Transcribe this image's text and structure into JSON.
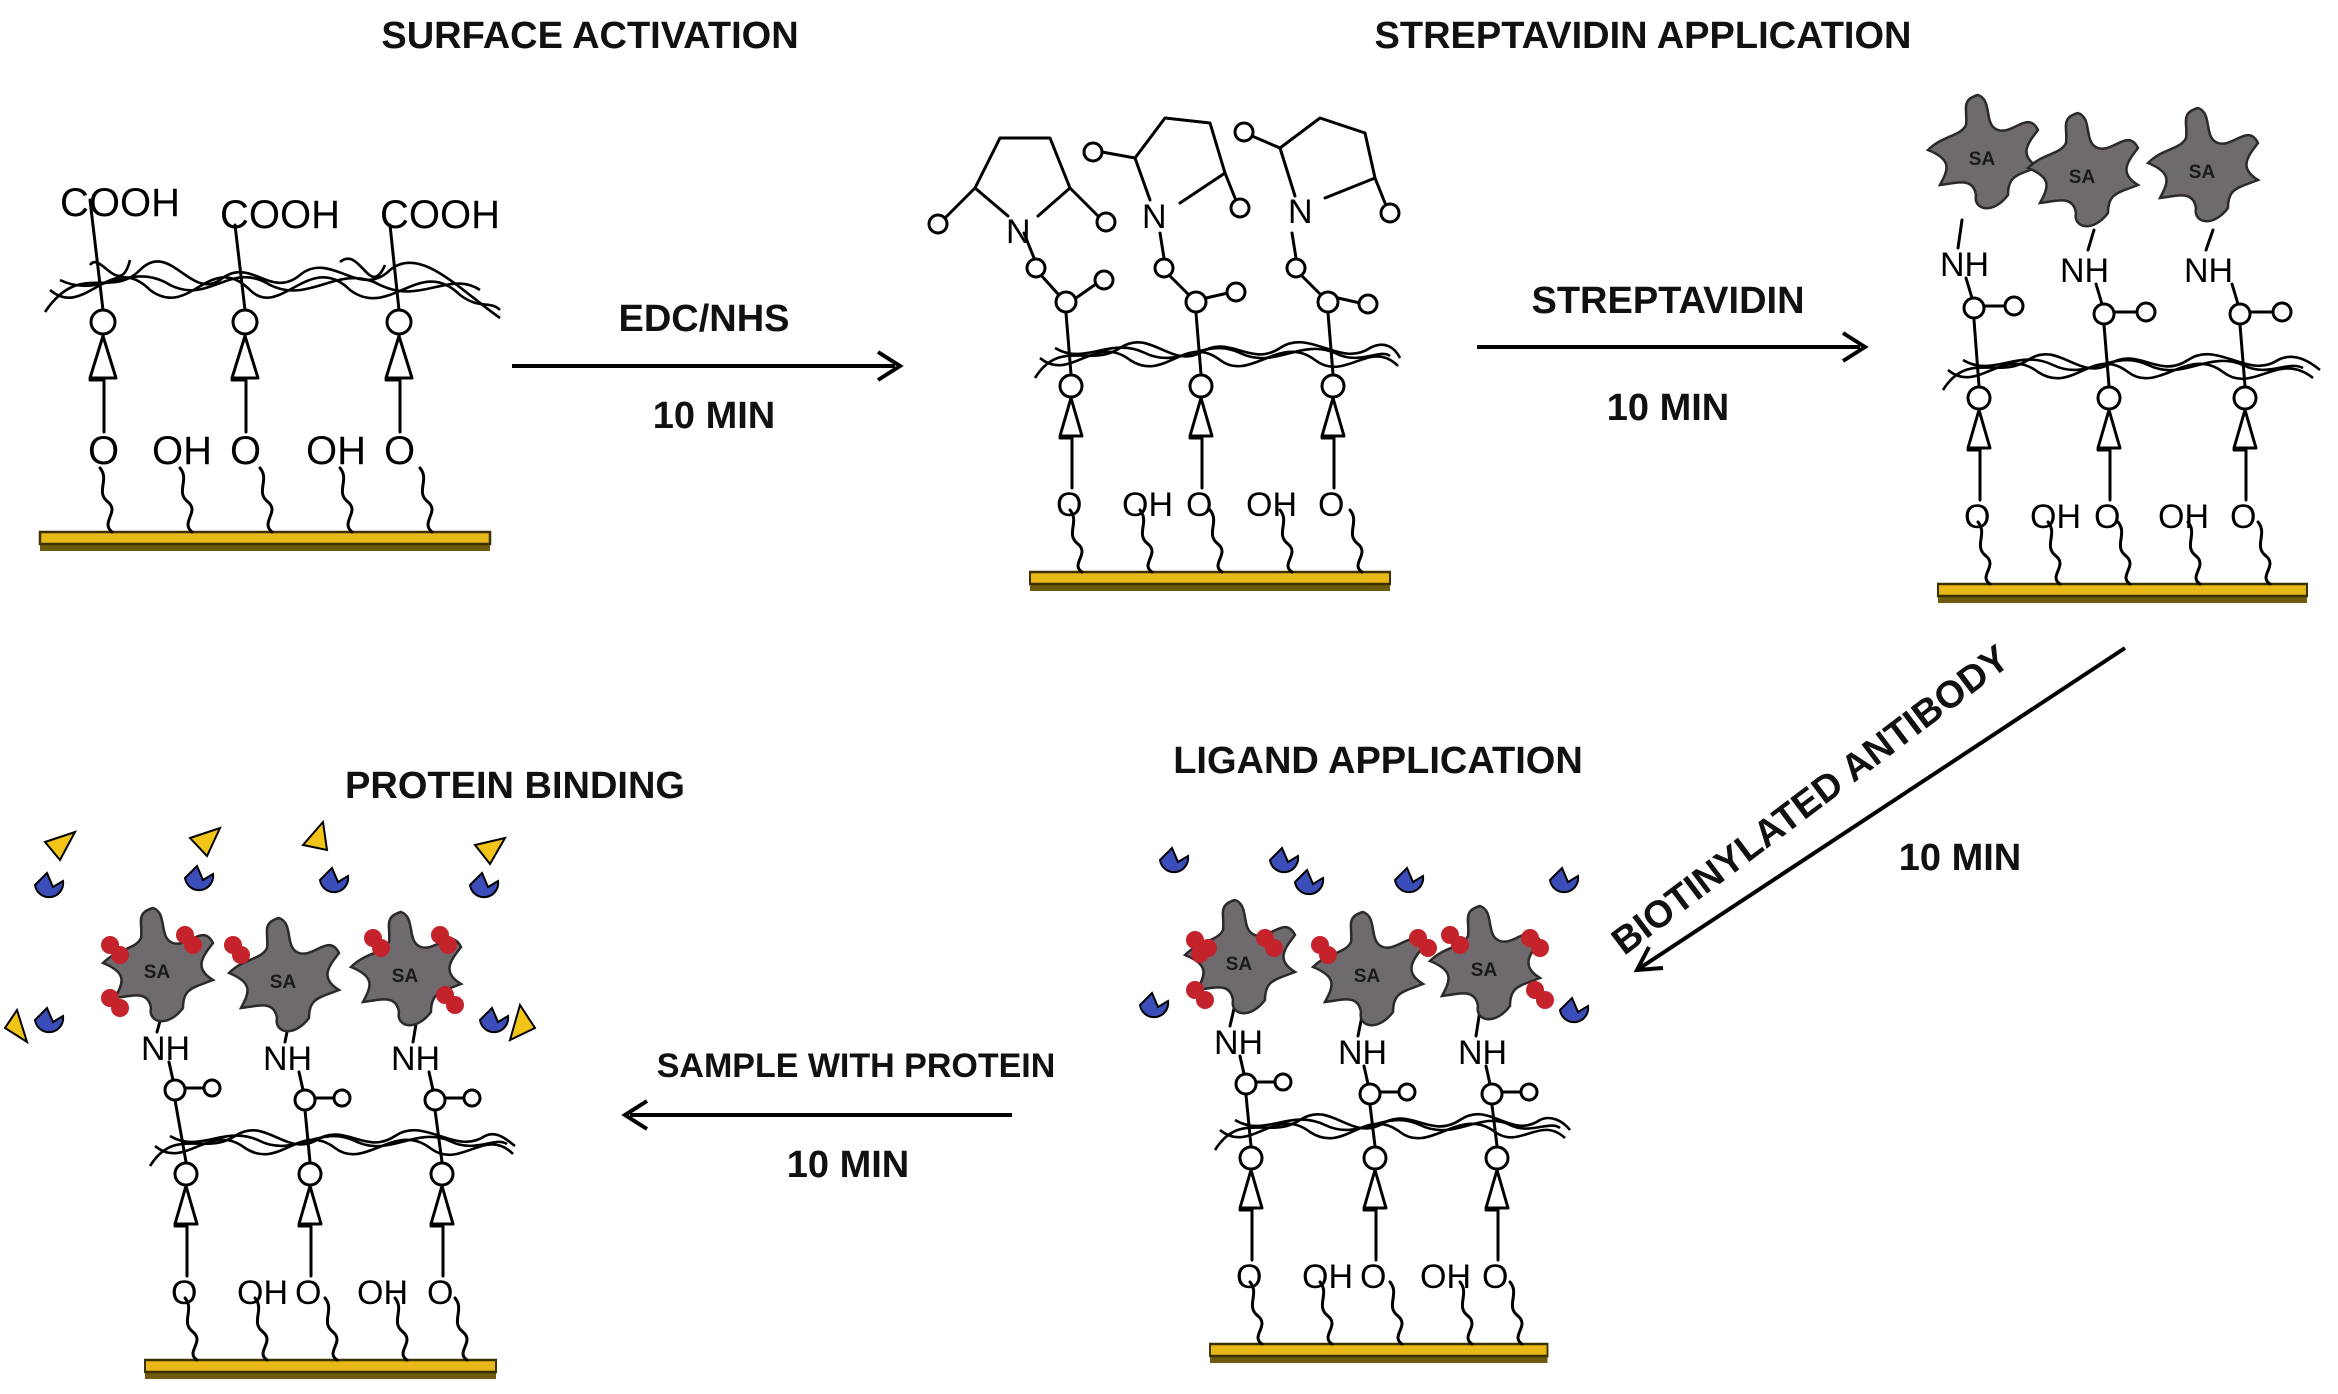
{
  "steps": {
    "surface_activation": "SURFACE ACTIVATION",
    "streptavidin_application": "STREPTAVIDIN APPLICATION",
    "ligand_application": "LIGAND APPLICATION",
    "protein_binding": "PROTEIN BINDING"
  },
  "arrows": {
    "a1": {
      "reagent": "EDC/NHS",
      "time": "10 MIN"
    },
    "a2": {
      "reagent": "STREPTAVIDIN",
      "time": "10 MIN"
    },
    "a3": {
      "reagent": "BIOTINYLATED ANTIBODY",
      "time": "10 MIN"
    },
    "a4": {
      "reagent": "SAMPLE WITH PROTEIN",
      "time": "10 MIN"
    }
  },
  "chem": {
    "cooh": "COOH",
    "oh": "OH",
    "o": "O",
    "n": "N",
    "nh": "NH",
    "sa": "SA"
  },
  "colors": {
    "gold_surface": "#e8b818",
    "streptavidin": "#6f6a6e",
    "biotin": "#c4232b",
    "antibody": "#3b4db8",
    "protein": "#f2c418"
  }
}
